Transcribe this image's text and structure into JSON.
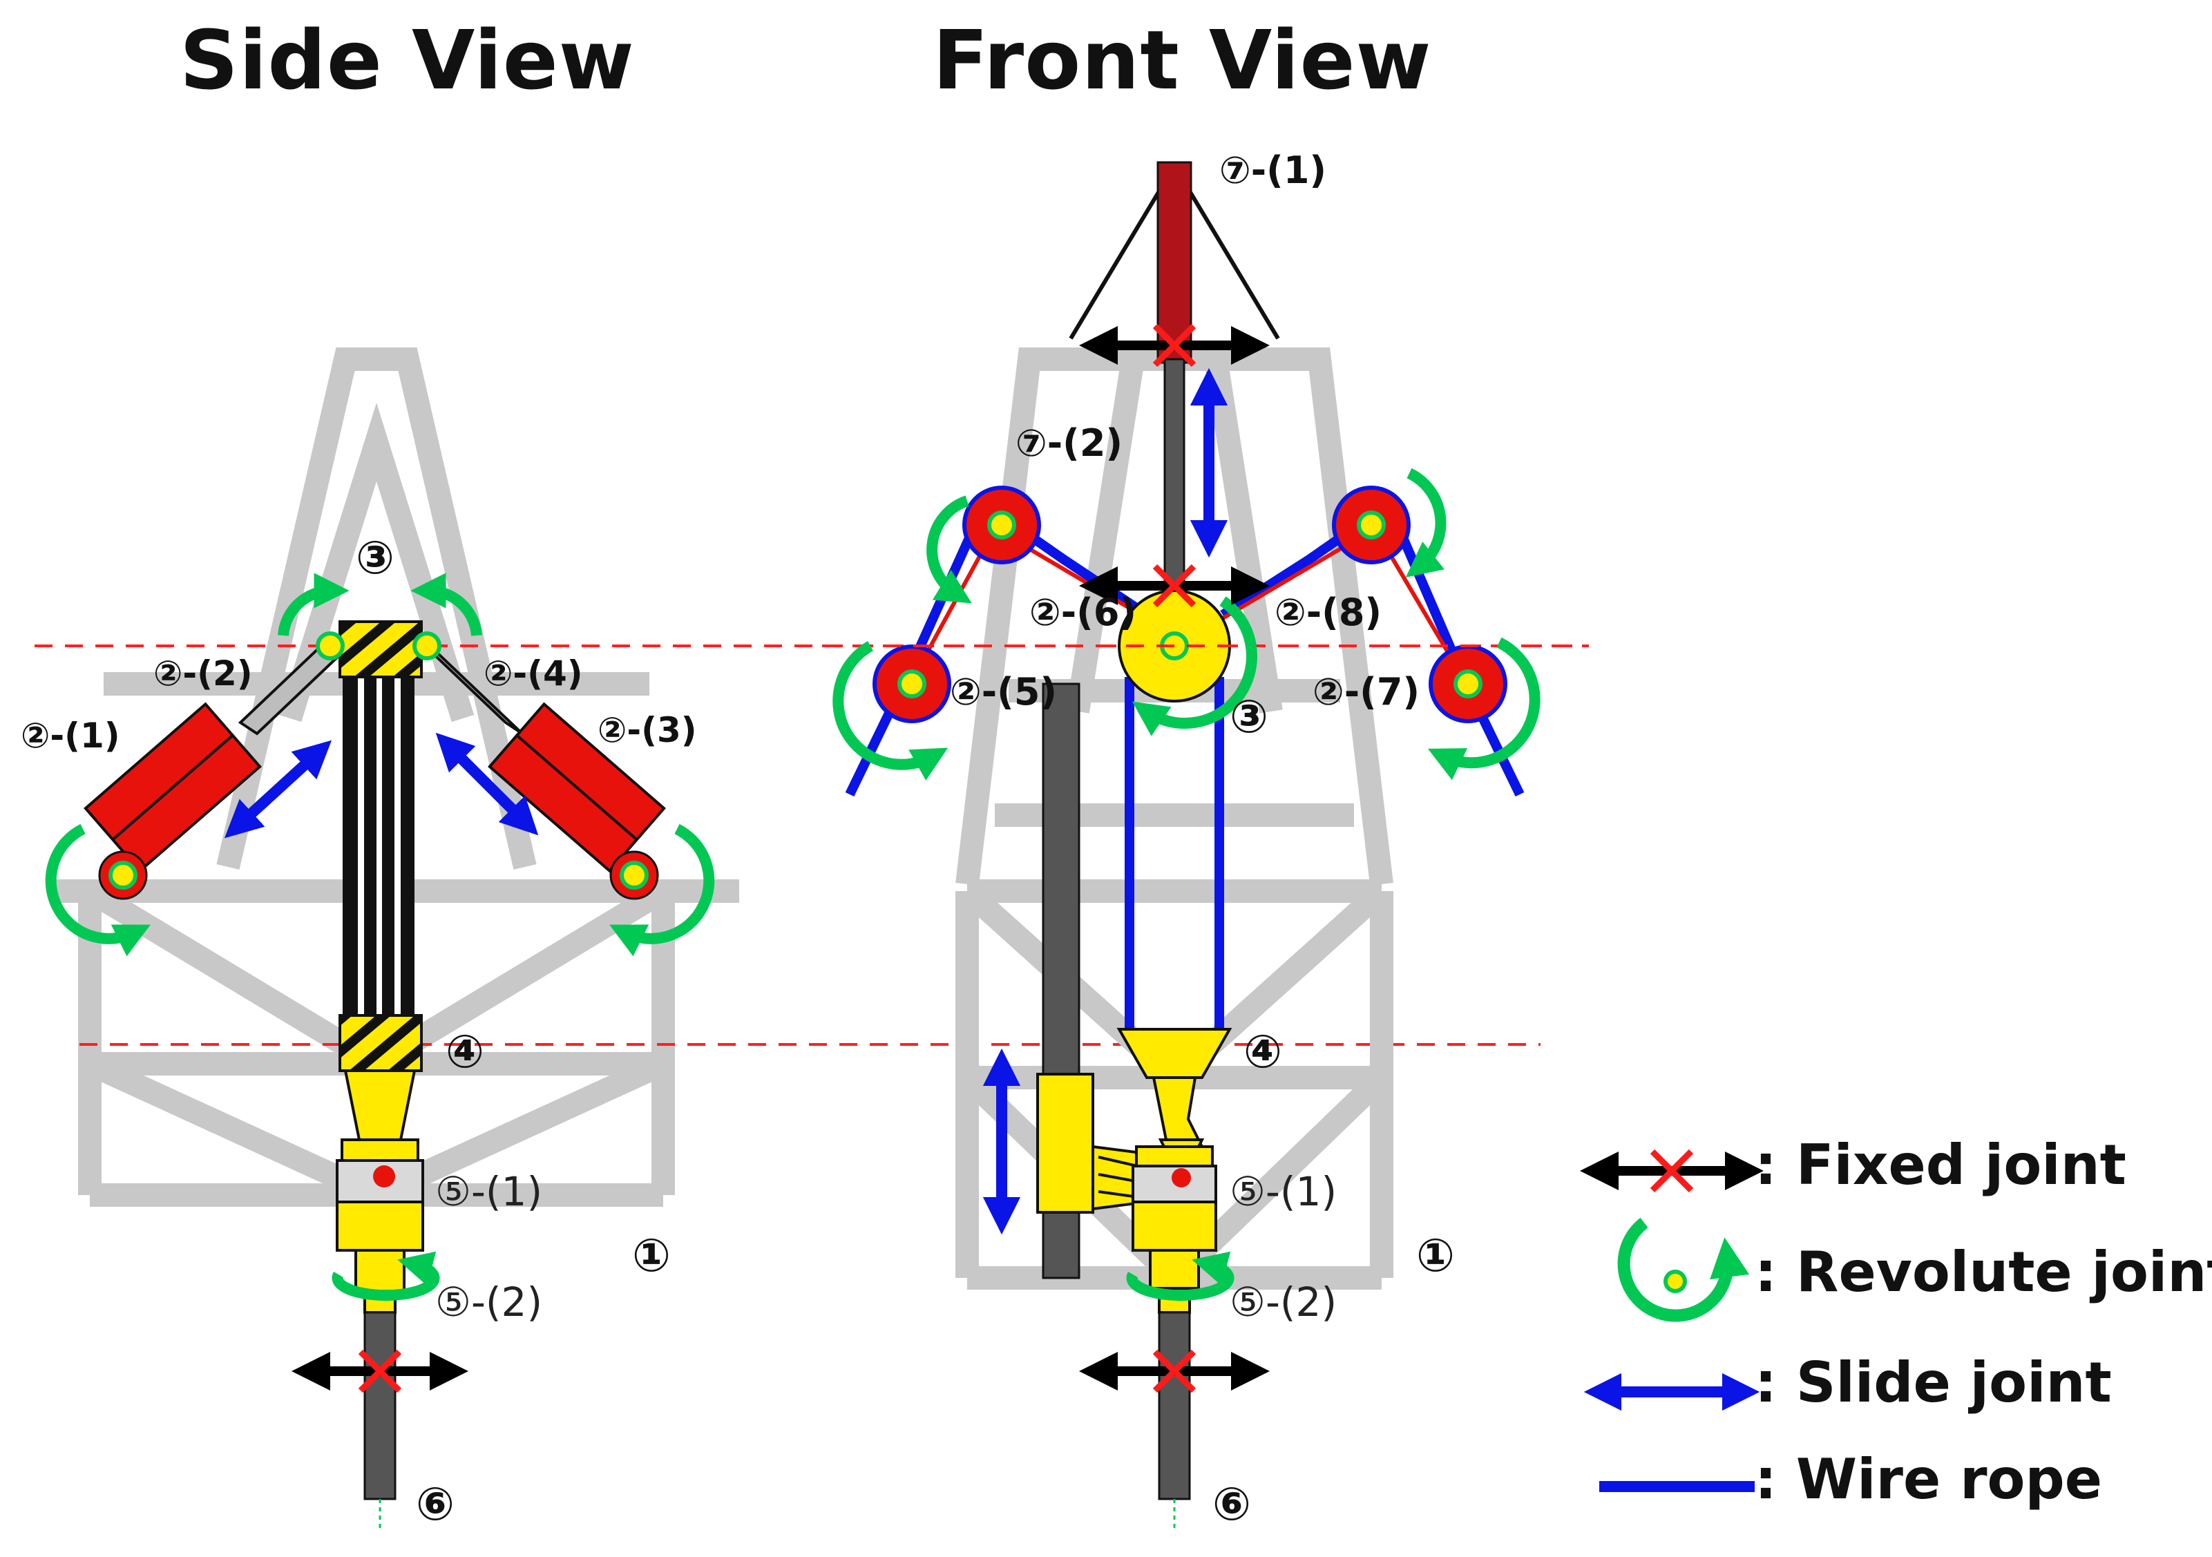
{
  "titles": {
    "side": "Side View",
    "front": "Front View"
  },
  "side_labels": {
    "l2_1": "②-(1)",
    "l2_2": "②-(2)",
    "l2_3": "②-(3)",
    "l2_4": "②-(4)",
    "l3": "③",
    "l4": "④",
    "l5_1": "⑤-(1)",
    "l5_2": "⑤-(2)",
    "l1": "①",
    "l6": "⑥"
  },
  "front_labels": {
    "l7_1": "⑦-(1)",
    "l7_2": "⑦-(2)",
    "l2_5": "②-(5)",
    "l2_6": "②-(6)",
    "l2_7": "②-(7)",
    "l2_8": "②-(8)",
    "l3": "③",
    "l4": "④",
    "l5_1": "⑤-(1)",
    "l5_2": "⑤-(2)",
    "l1": "①",
    "l6": "⑥"
  },
  "legend": {
    "fixed": ": Fixed joint",
    "revolute": ": Revolute joint",
    "slide": ": Slide joint",
    "wire": ": Wire rope"
  },
  "colors": {
    "frame": "#c8c8c8",
    "cylinder": "#e8120c",
    "yellow": "#ffea00",
    "revolute": "#00c853",
    "slide": "#0a14e6",
    "fixed_arrow": "#000000",
    "fixed_cross": "#ff1a1a",
    "guide_line": "#ff2020"
  }
}
